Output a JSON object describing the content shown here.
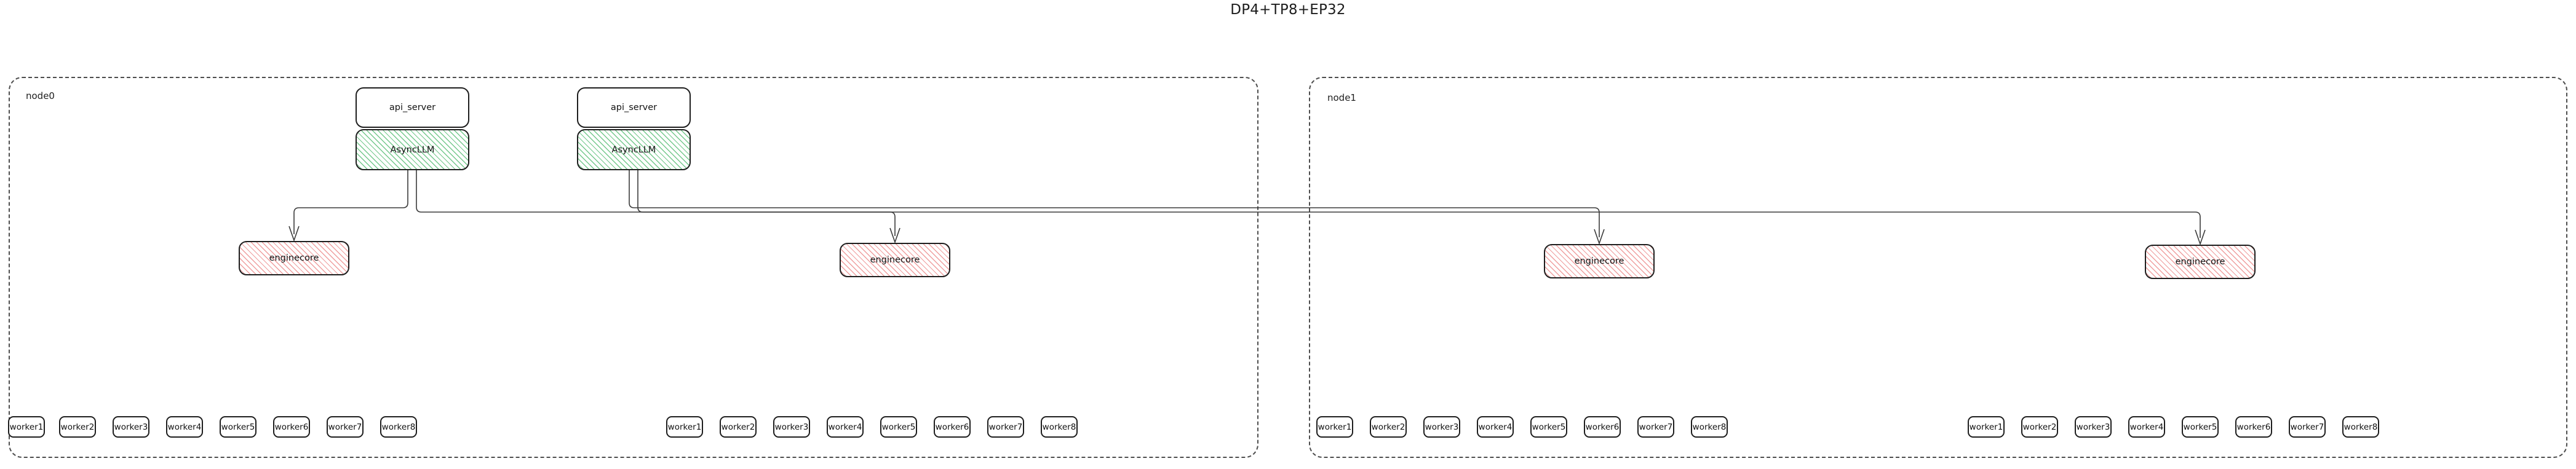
{
  "title": "DP4+TP8+EP32",
  "nodes": [
    {
      "id": "node0",
      "label": "node0",
      "servers": [
        {
          "api_label": "api_server",
          "engine_label": "AsyncLLM"
        },
        {
          "api_label": "api_server",
          "engine_label": "AsyncLLM"
        }
      ],
      "enginecores": [
        {
          "label": "enginecore",
          "workers": [
            {
              "label": "worker1"
            },
            {
              "label": "worker2"
            },
            {
              "label": "worker3"
            },
            {
              "label": "worker4"
            },
            {
              "label": "worker5"
            },
            {
              "label": "worker6"
            },
            {
              "label": "worker7"
            },
            {
              "label": "worker8"
            }
          ]
        },
        {
          "label": "enginecore",
          "workers": [
            {
              "label": "worker1"
            },
            {
              "label": "worker2"
            },
            {
              "label": "worker3"
            },
            {
              "label": "worker4"
            },
            {
              "label": "worker5"
            },
            {
              "label": "worker6"
            },
            {
              "label": "worker7"
            },
            {
              "label": "worker8"
            }
          ]
        }
      ]
    },
    {
      "id": "node1",
      "label": "node1",
      "servers": [],
      "enginecores": [
        {
          "label": "enginecore",
          "workers": [
            {
              "label": "worker1"
            },
            {
              "label": "worker2"
            },
            {
              "label": "worker3"
            },
            {
              "label": "worker4"
            },
            {
              "label": "worker5"
            },
            {
              "label": "worker6"
            },
            {
              "label": "worker7"
            },
            {
              "label": "worker8"
            }
          ]
        },
        {
          "label": "enginecore",
          "workers": [
            {
              "label": "worker1"
            },
            {
              "label": "worker2"
            },
            {
              "label": "worker3"
            },
            {
              "label": "worker4"
            },
            {
              "label": "worker5"
            },
            {
              "label": "worker6"
            },
            {
              "label": "worker7"
            },
            {
              "label": "worker8"
            }
          ]
        }
      ]
    }
  ],
  "colors": {
    "asyncllm_hatch": "#6dc586",
    "enginecore_hatch": "#ee9696",
    "box_border": "#1e1e1e",
    "node_border": "#4d4d4d",
    "edge": "#3a3a3a",
    "text": "#1a1a1a",
    "background": "#ffffff"
  }
}
